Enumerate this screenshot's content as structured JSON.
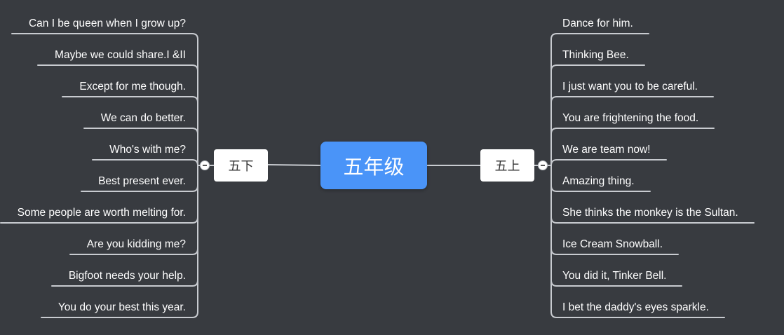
{
  "central": {
    "label": "五年级"
  },
  "branches": {
    "left": {
      "label": "五下",
      "leaves": [
        "Can I be queen when I grow up?",
        "Maybe we could share.I &II",
        "Except for me though.",
        "We can do better.",
        "Who's with me?",
        "Best present ever.",
        "Some people are worth melting for.",
        "Are you kidding me?",
        "Bigfoot needs your help.",
        "You do your best this year."
      ]
    },
    "right": {
      "label": "五上",
      "leaves": [
        "Dance for him.",
        "Thinking Bee.",
        "I just want you to be careful.",
        "You are frightening the food.",
        "We are team now!",
        "Amazing thing.",
        "She thinks the monkey is the Sultan.",
        "Ice Cream Snowball.",
        "You did it, Tinker Bell.",
        "I bet the daddy's eyes sparkle."
      ]
    }
  },
  "colors": {
    "background": "#383b40",
    "central": "#4a94f8",
    "line": "#c8cbd0",
    "text": "#ffffff"
  }
}
